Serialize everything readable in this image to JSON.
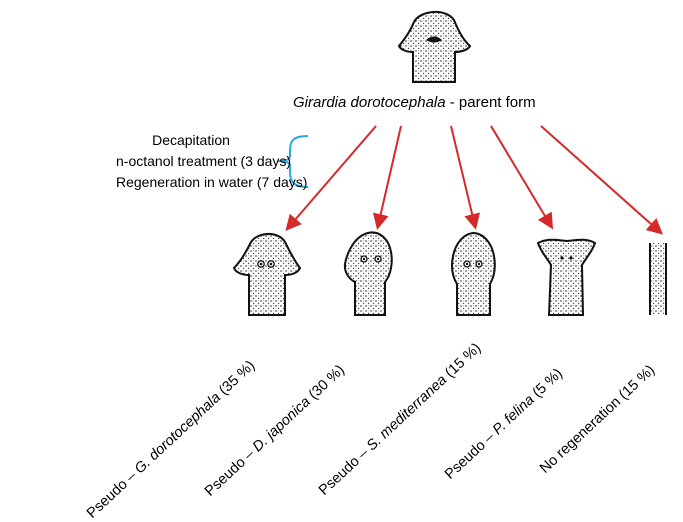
{
  "parent": {
    "species": "Girardia dorotocephala",
    "suffix": " - parent form"
  },
  "treatment_steps": [
    "Decapitation",
    "n-octanol treatment (3 days)",
    "Regeneration in water (7 days)"
  ],
  "outcomes": [
    {
      "prefix": "Pseudo – ",
      "species": "G. dorotocephala",
      "percent": " (35 %)"
    },
    {
      "prefix": "Pseudo – ",
      "species": "D. japonica",
      "percent": " (30 %)"
    },
    {
      "prefix": "Pseudo – ",
      "species": "S. mediterranea",
      "percent": " (15 %)"
    },
    {
      "prefix": "Pseudo – ",
      "species": "P. felina",
      "percent": " (5 %)"
    },
    {
      "prefix": "",
      "species": "",
      "percent": "No regeneration (15 %)"
    }
  ],
  "colors": {
    "arrow": "#d42a2a",
    "bracket": "#29a8dd",
    "outline": "#111111"
  },
  "icons": [
    "parent-worm-head-icon",
    "worm-head-g-dorotocephala-icon",
    "worm-head-d-japonica-icon",
    "worm-head-s-mediterranea-icon",
    "worm-head-p-felina-icon",
    "worm-fragment-no-regeneration-icon"
  ]
}
